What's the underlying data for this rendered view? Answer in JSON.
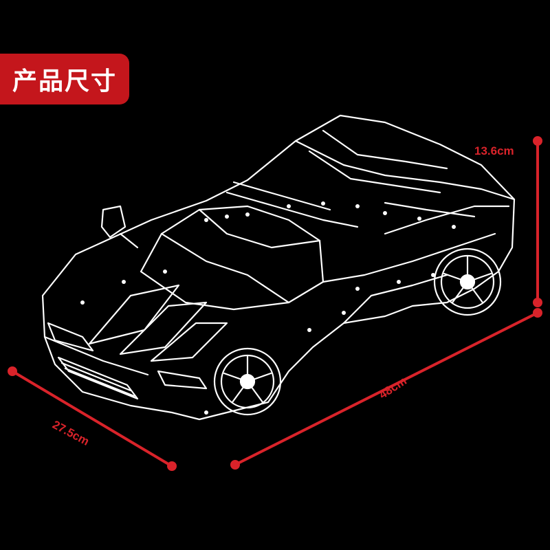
{
  "badge": {
    "label": "产品尺寸"
  },
  "dimensions": {
    "height": "13.6cm",
    "length": "48cm",
    "width": "27.5cm"
  },
  "colors": {
    "background": "#000000",
    "accent": "#c4161c",
    "dimension_line": "#d9232a",
    "model_stroke": "#ffffff"
  },
  "image_subject": {
    "icon": "sports-car-line-drawing"
  }
}
